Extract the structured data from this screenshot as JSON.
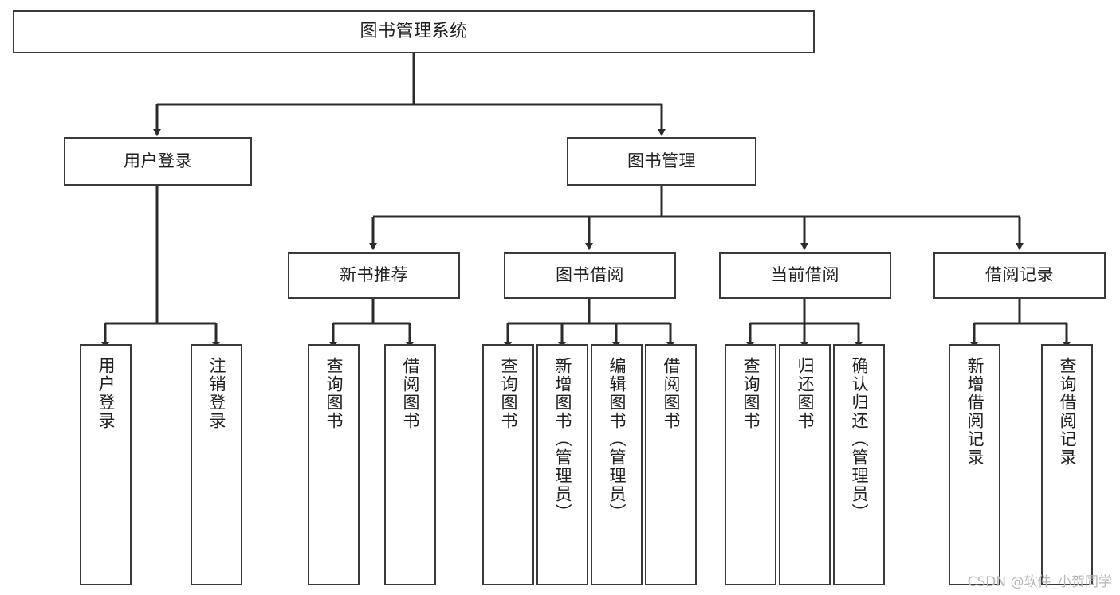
{
  "diagram": {
    "type": "tree",
    "title": "图书管理系统",
    "orientation": "top-down",
    "style": {
      "background": "#ffffff",
      "box_border": "#3a3a3a",
      "box_fill": "#ffffff",
      "connector": "#2b2b2b",
      "text": "#1f1f1f",
      "watermark": "#b6b6b6"
    },
    "root": {
      "label": "图书管理系统"
    },
    "level1": [
      {
        "label": "用户登录"
      },
      {
        "label": "图书管理"
      }
    ],
    "level2": [
      {
        "label": "新书推荐"
      },
      {
        "label": "图书借阅"
      },
      {
        "label": "当前借阅"
      },
      {
        "label": "借阅记录"
      }
    ],
    "leaves": {
      "user_login": [
        {
          "label": "用户登录"
        },
        {
          "label": "注销登录"
        }
      ],
      "new_book_recommend": [
        {
          "label": "查询图书"
        },
        {
          "label": "借阅图书"
        }
      ],
      "book_borrow": [
        {
          "label": "查询图书"
        },
        {
          "label": "新增图书（管理员）"
        },
        {
          "label": "编辑图书（管理员）"
        },
        {
          "label": "借阅图书"
        }
      ],
      "current_borrow": [
        {
          "label": "查询图书"
        },
        {
          "label": "归还图书"
        },
        {
          "label": "确认归还（管理员）"
        }
      ],
      "borrow_records": [
        {
          "label": "新增借阅记录"
        },
        {
          "label": "查询借阅记录"
        }
      ]
    }
  },
  "watermark": {
    "text": "CSDN @软件_小贺同学"
  }
}
